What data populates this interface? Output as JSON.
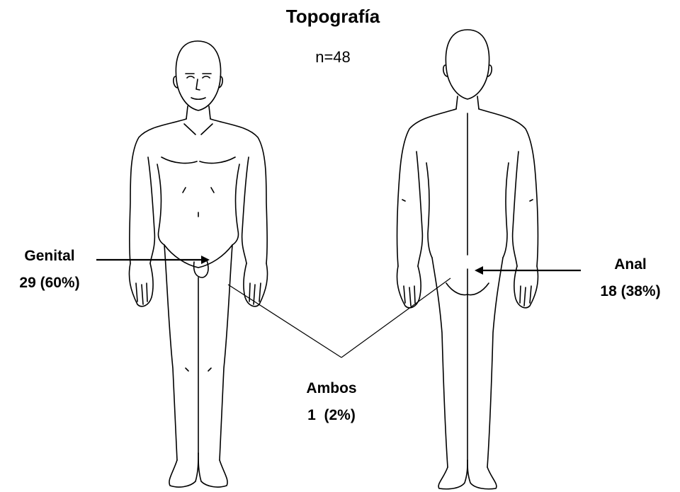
{
  "title": "Topografía",
  "sample": "n=48",
  "labels": {
    "genital": {
      "name": "Genital",
      "value": "29 (60%)"
    },
    "anal": {
      "name": "Anal",
      "value": "18 (38%)"
    },
    "ambos": {
      "name": "Ambos",
      "value": "1  (2%)"
    }
  },
  "colors": {
    "line": "#000000",
    "background": "#ffffff"
  }
}
